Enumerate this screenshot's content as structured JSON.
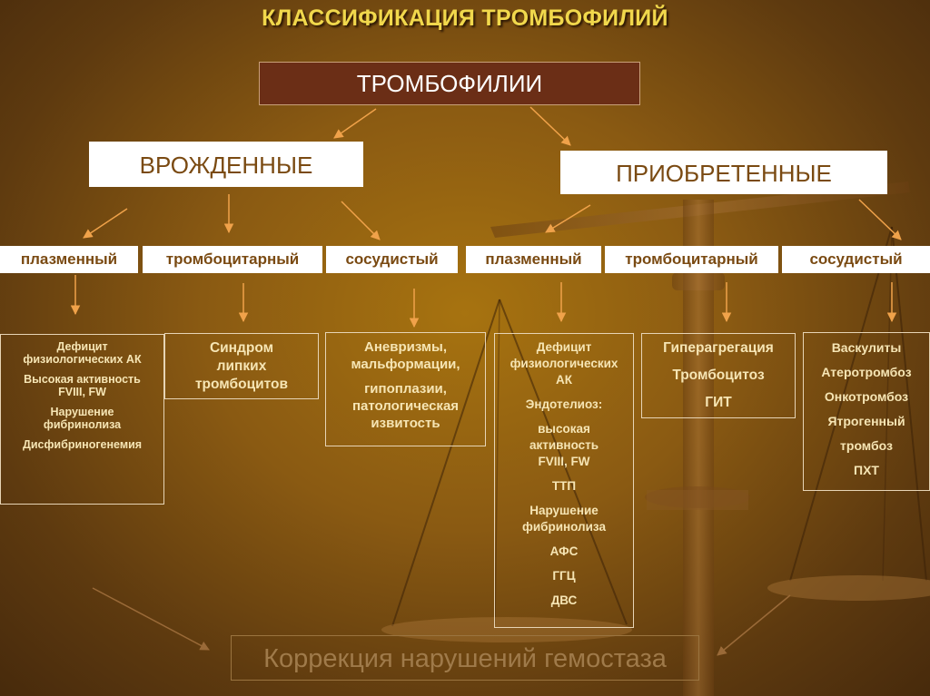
{
  "title": "КЛАССИФИКАЦИЯ ТРОМБОФИЛИЙ",
  "root": "ТРОМБОФИЛИИ",
  "groups": [
    {
      "label": "ВРОЖДЕННЫЕ",
      "categories": [
        {
          "label": "плазменный",
          "items": [
            "Дефицит",
            "физиологических  АК",
            "Высокая активность",
            "FVIII, FW",
            "Нарушение",
            "фибринолиза",
            "Дисфибриногенемия"
          ]
        },
        {
          "label": "тромбоцитарный",
          "items": [
            "Синдром",
            "липких",
            "тромбоцитов"
          ]
        },
        {
          "label": "сосудистый",
          "items": [
            "Аневризмы,",
            "мальформации,",
            "гипоплазии,",
            "патологическая",
            "извитость"
          ]
        }
      ]
    },
    {
      "label": "ПРИОБРЕТЕННЫЕ",
      "categories": [
        {
          "label": "плазменный",
          "items": [
            "Дефицит",
            "физиологических",
            "АК",
            "Эндотелиоз:",
            "высокая",
            "активность",
            "FVIII, FW",
            "ТТП",
            "Нарушение",
            "фибринолиза",
            "АФС",
            "ГГЦ",
            "ДВС"
          ]
        },
        {
          "label": "тромбоцитарный",
          "items": [
            "Гиперагрегация",
            "Тромбоцитоз",
            "ГИТ"
          ]
        },
        {
          "label": "сосудистый",
          "items": [
            "Васкулиты",
            "Атеротромбоз",
            "Онкотромбоз",
            "Ятрогенный",
            "тромбоз",
            "ПХТ"
          ]
        }
      ]
    }
  ],
  "bottom": "Коррекция нарушений гемостаза",
  "colors": {
    "background": "#8a5a12",
    "title": "#f1d84c",
    "root_fill": "#6b2e16",
    "arrow": "#f0a24a",
    "box_text": "#f6e5b4",
    "category_text": "#7a4a12"
  }
}
